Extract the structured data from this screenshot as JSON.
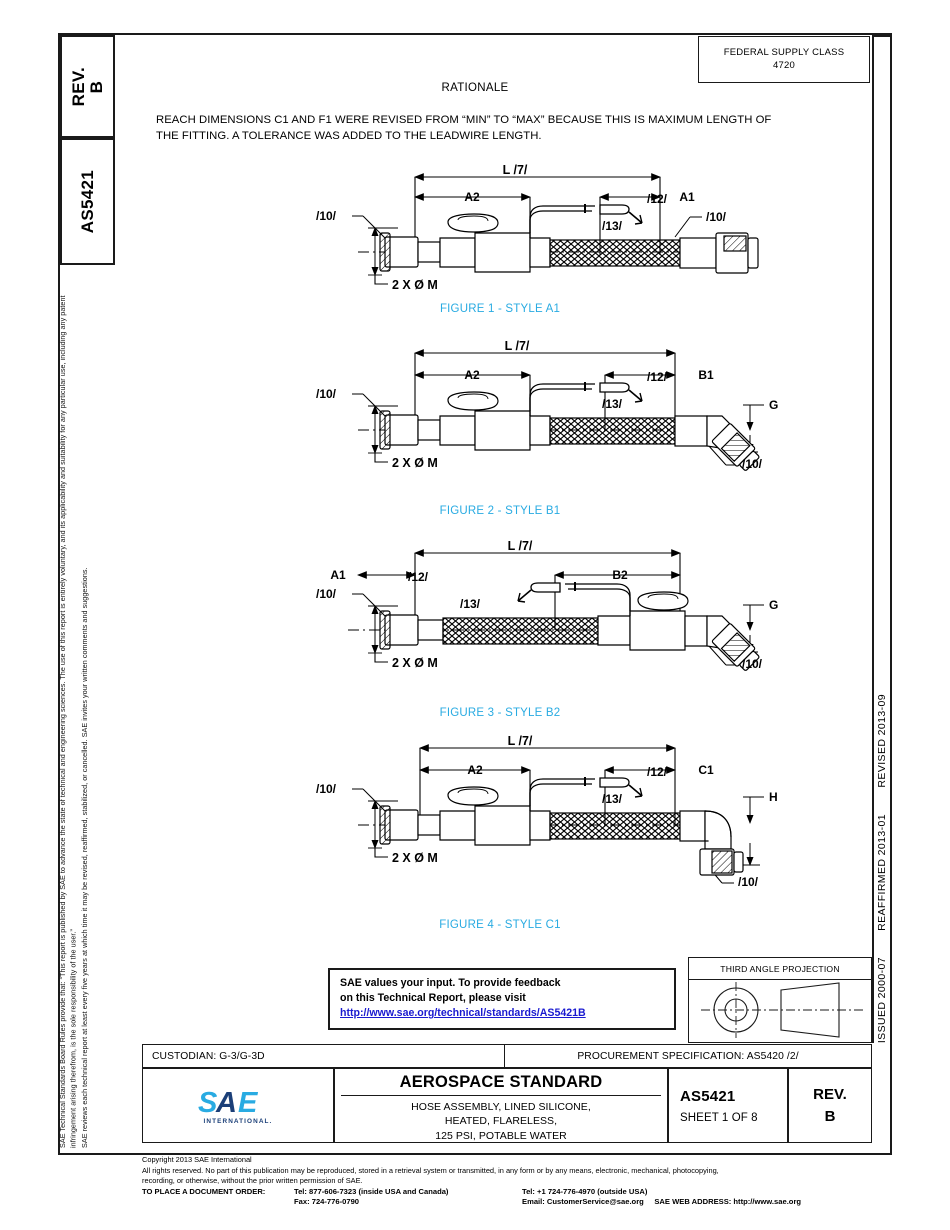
{
  "document": {
    "rev_label": "REV.",
    "rev_value": "B",
    "designation": "AS5421",
    "federal_supply_class_label": "FEDERAL SUPPLY CLASS",
    "federal_supply_class_value": "4720"
  },
  "legal": {
    "paragraph_1": "SAE Technical Standards Board Rules provide that: “This report is published by SAE to advance the state of technical and engineering sciences. The use of this report is entirely voluntary, and its applicability and suitability for any particular use, including any patent infringement arising therefrom, is the sole responsibility of the user.”",
    "paragraph_2": "SAE reviews each technical report at least every five years at which time it may be revised, reaffirmed, stabilized, or cancelled. SAE invites your written comments and suggestions."
  },
  "dates": {
    "issued": "ISSUED 2000-07",
    "reaffirmed": "REAFFIRMED 2013-01",
    "revised": "REVISED 2013-09"
  },
  "rationale": {
    "heading": "RATIONALE",
    "body_line_1": "REACH DIMENSIONS C1 AND F1 WERE REVISED FROM “MIN” TO “MAX” BECAUSE THIS IS MAXIMUM LENGTH OF",
    "body_line_2": "THE FITTING. A TOLERANCE WAS ADDED TO THE LEADWIRE LENGTH."
  },
  "figures": [
    {
      "caption": "FIGURE 1 - STYLE A1",
      "dimensions": {
        "overall": "L  /7/",
        "left_segment": "A2",
        "right_segment": "A1",
        "leadwire_note": "/12/",
        "lower_note": "/13/",
        "end_note_left": "/10/",
        "end_note_right": "/10/",
        "diameter_note": "2 X Ø M"
      }
    },
    {
      "caption": "FIGURE 2 - STYLE B1",
      "dimensions": {
        "overall": "L  /7/",
        "left_segment": "A2",
        "right_segment": "B1",
        "leadwire_note": "/12/",
        "lower_note": "/13/",
        "end_note_left": "/10/",
        "end_note_right": "/10/",
        "diameter_note": "2 X Ø M",
        "offset_dim": "G"
      }
    },
    {
      "caption": "FIGURE 3 - STYLE B2",
      "dimensions": {
        "overall": "L  /7/",
        "left_segment": "A1",
        "right_segment": "B2",
        "leadwire_note": "/12/",
        "lower_note": "/13/",
        "end_note_left": "/10/",
        "end_note_right": "/10/",
        "diameter_note": "2 X Ø M",
        "offset_dim": "G"
      }
    },
    {
      "caption": "FIGURE 4 - STYLE C1",
      "dimensions": {
        "overall": "L  /7/",
        "left_segment": "A2",
        "right_segment": "C1",
        "leadwire_note": "/12/",
        "lower_note": "/13/",
        "end_note_left": "/10/",
        "end_note_right": "/10/",
        "diameter_note": "2 X Ø M",
        "offset_dim": "H"
      }
    }
  ],
  "feedback": {
    "line_1": "SAE values your input. To provide feedback",
    "line_2": "on this Technical Report, please visit",
    "url": "http://www.sae.org/technical/standards/AS5421B"
  },
  "projection": {
    "title": "THIRD ANGLE PROJECTION"
  },
  "title_block": {
    "custodian": "CUSTODIAN: G-3/G-3D",
    "procurement_specification": "PROCUREMENT SPECIFICATION: AS5420 /2/",
    "standard_type": "AEROSPACE STANDARD",
    "subtitle_line_1": "HOSE ASSEMBLY, LINED SILICONE,",
    "subtitle_line_2": "HEATED, FLARELESS,",
    "subtitle_line_3": "125 PSI, POTABLE WATER",
    "document_number": "AS5421",
    "sheet": "SHEET 1 OF 8",
    "rev_label": "REV.",
    "rev_value": "B",
    "logo_text": "SAE",
    "logo_subtext": "INTERNATIONAL."
  },
  "footer": {
    "copyright": "Copyright 2013 SAE International",
    "rights_line_1": "All rights reserved. No part of this publication may be reproduced, stored in a retrieval system or transmitted, in any form or by any means, electronic, mechanical, photocopying,",
    "rights_line_2": "recording, or otherwise, without the prior written permission of SAE.",
    "order_label": "TO PLACE A DOCUMENT ORDER:",
    "tel_inside": "Tel: 877-606-7323 (inside USA and Canada)",
    "tel_outside": "Tel: +1 724-776-4970 (outside USA)",
    "fax": "Fax: 724-776-0790",
    "email": "Email: CustomerService@sae.org",
    "web_label": "SAE WEB ADDRESS: http://www.sae.org"
  },
  "colors": {
    "caption_blue": "#29abe2",
    "link_blue": "#1a1ad0",
    "logo_light_blue": "#29abe2",
    "logo_dark_blue": "#1b3f78",
    "line_black": "#1a1a1a"
  }
}
